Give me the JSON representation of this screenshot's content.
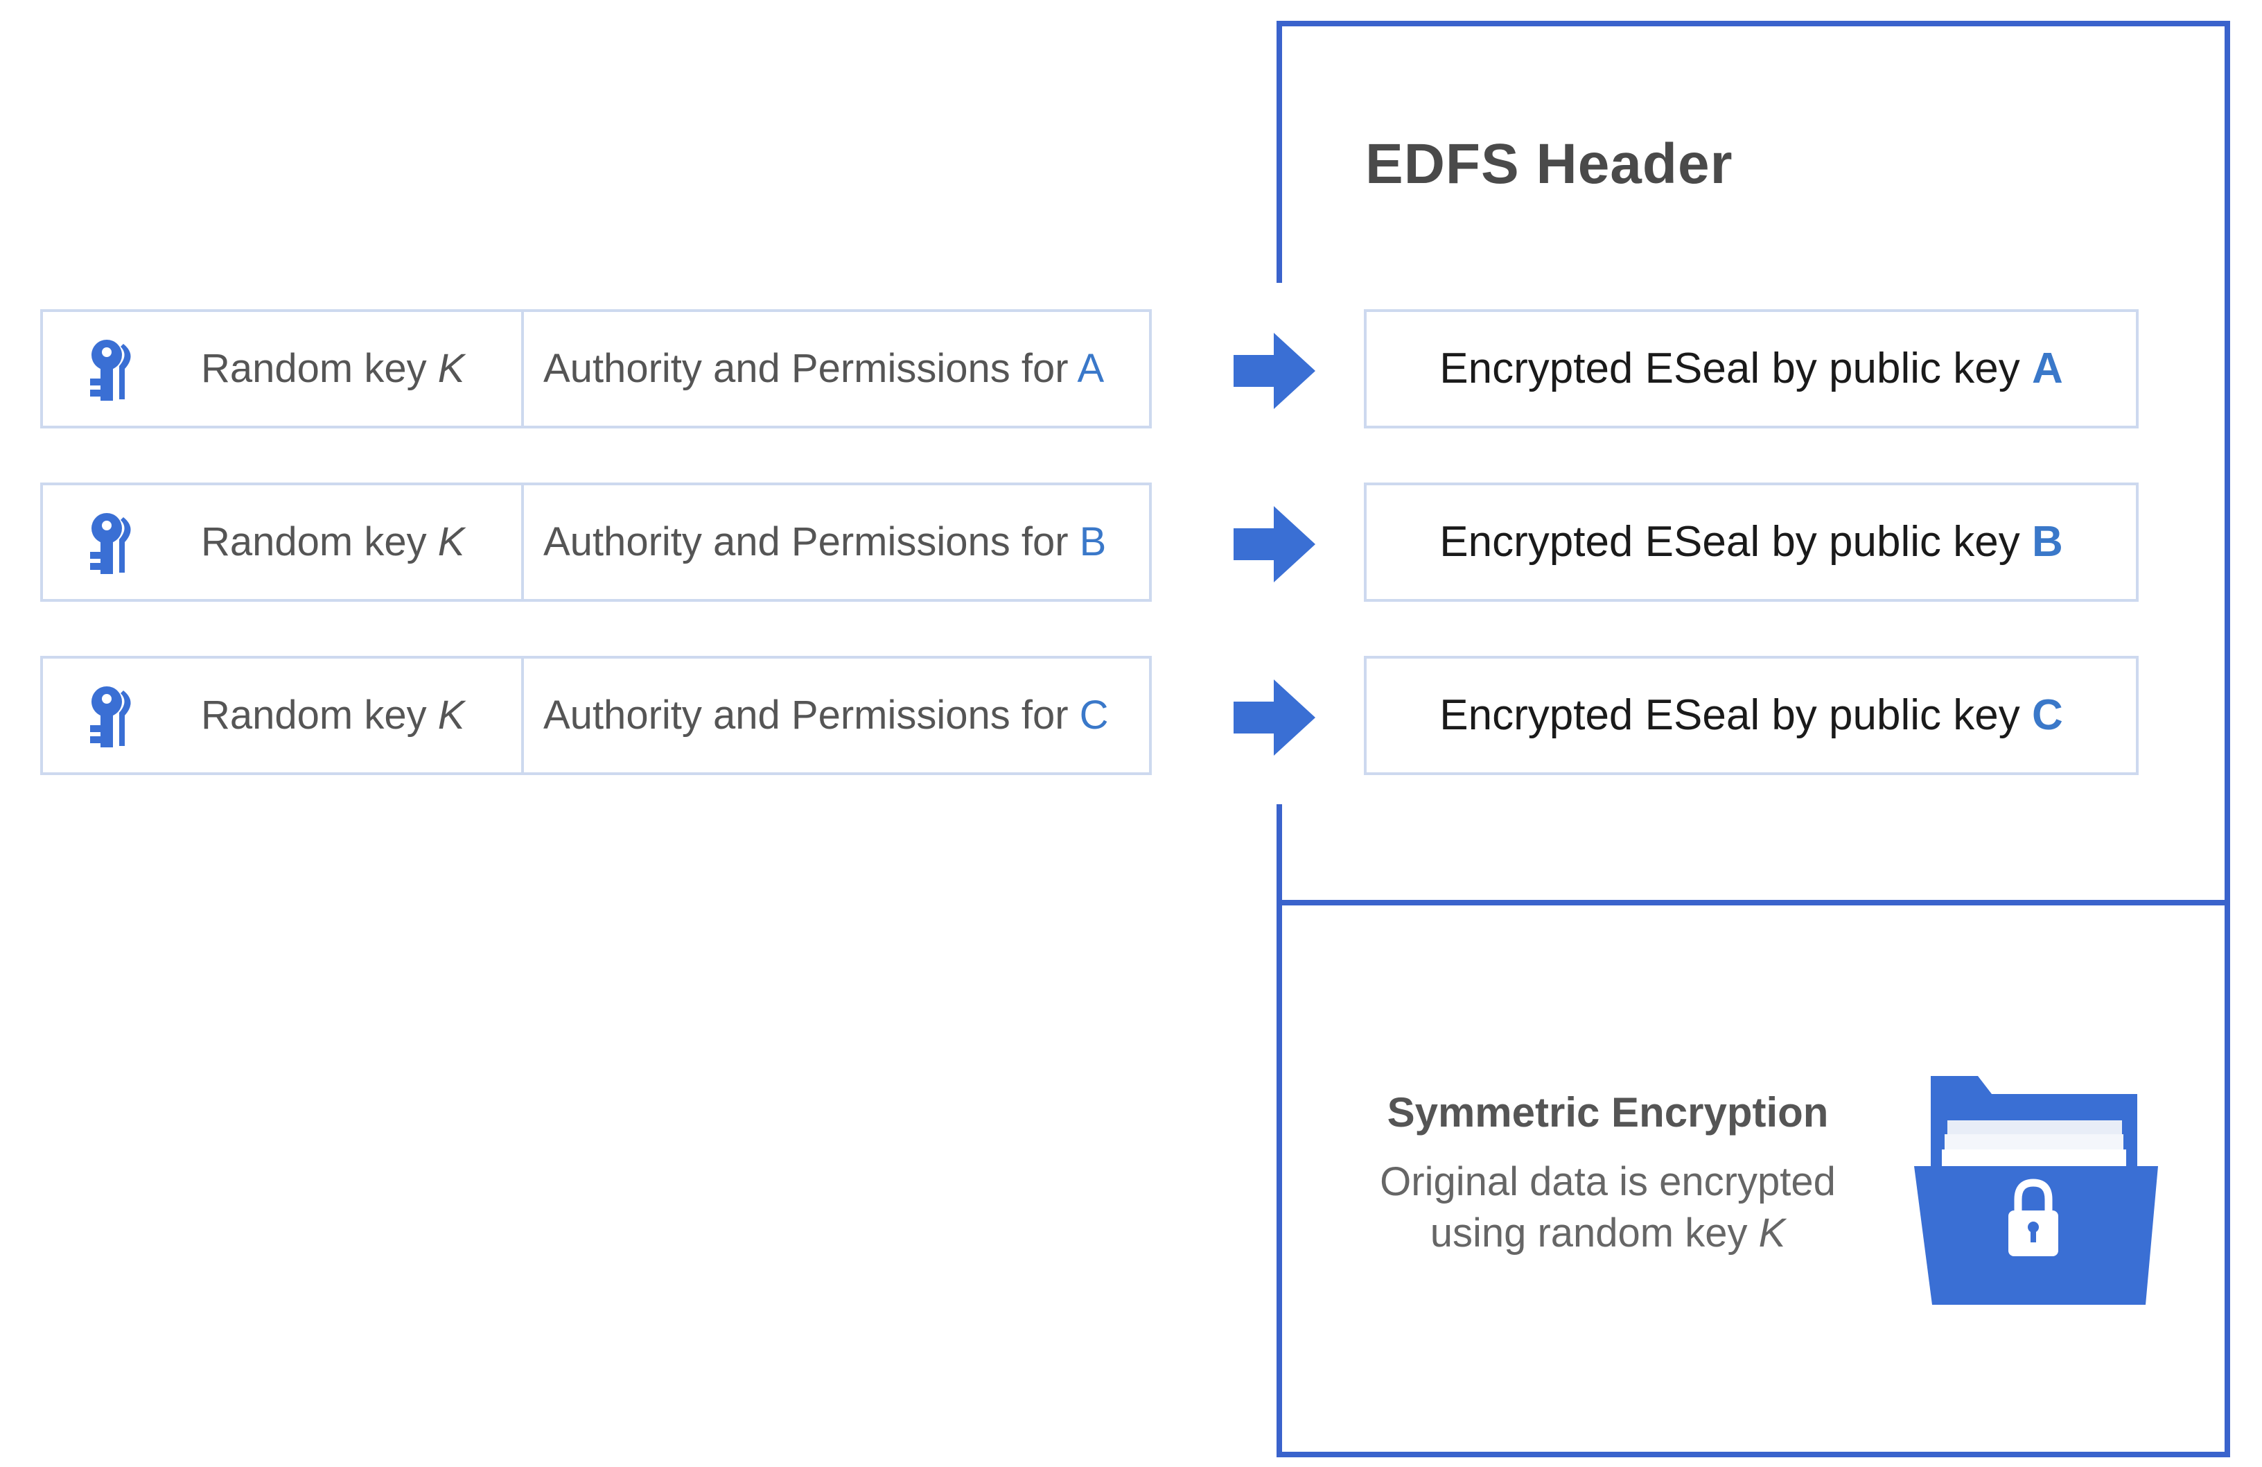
{
  "header": {
    "title": "EDFS Header"
  },
  "rows": [
    {
      "key_label": "Random key ",
      "key_var": "K",
      "perm_label": "Authority and Permissions for ",
      "party": "A",
      "eseal_label": "Encrypted ESeal by public key ",
      "eseal_party": "A"
    },
    {
      "key_label": "Random key ",
      "key_var": "K",
      "perm_label": "Authority and Permissions for ",
      "party": "B",
      "eseal_label": "Encrypted ESeal by public key ",
      "eseal_party": "B"
    },
    {
      "key_label": "Random key ",
      "key_var": "K",
      "perm_label": "Authority and Permissions for ",
      "party": "C",
      "eseal_label": "Encrypted ESeal by public key ",
      "eseal_party": "C"
    }
  ],
  "symmetric": {
    "title": "Symmetric Encryption",
    "line1": "Original data is encrypted",
    "line2": "using random key ",
    "key_var": "K"
  },
  "icons": {
    "key": "key-icon",
    "arrow": "arrow-right-icon",
    "folder": "locked-folder-icon",
    "lock": "padlock-icon"
  },
  "colors": {
    "frame": "#3a63cc",
    "box_border": "#cdd9ef",
    "accent": "#3a78c9",
    "icon_blue": "#3a6fd4"
  }
}
